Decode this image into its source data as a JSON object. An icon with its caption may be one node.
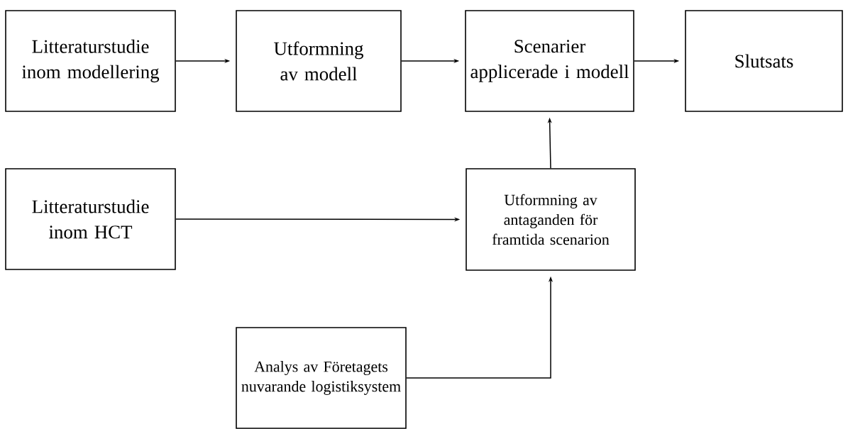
{
  "diagram": {
    "nodes": [
      {
        "text": [
          "Litteraturstudie inom modellering"
        ]
      },
      {
        "text": [
          "Utformning av modell"
        ]
      },
      {
        "text": [
          "Scenarier applicerade i modell"
        ]
      },
      {
        "text": [
          "Slutsats"
        ]
      },
      {
        "text": [
          "Litteraturstudie inom HCT"
        ]
      },
      {
        "text": [
          "Utformning av antaganden för framtida scenarion"
        ]
      },
      {
        "text": [
          "Analys av Företagets nuvarande logistiksystem"
        ]
      }
    ],
    "edges": [
      {
        "from": 0,
        "to": 1,
        "arrow": "to"
      },
      {
        "from": 1,
        "to": 2,
        "arrow": "to"
      },
      {
        "from": 2,
        "to": 3,
        "arrow": "to"
      },
      {
        "from": 5,
        "to": 2,
        "arrow": "to"
      },
      {
        "from": 4,
        "to": 5,
        "arrow": "to"
      },
      {
        "from": 6,
        "to": 5,
        "arrow": "to"
      }
    ]
  }
}
